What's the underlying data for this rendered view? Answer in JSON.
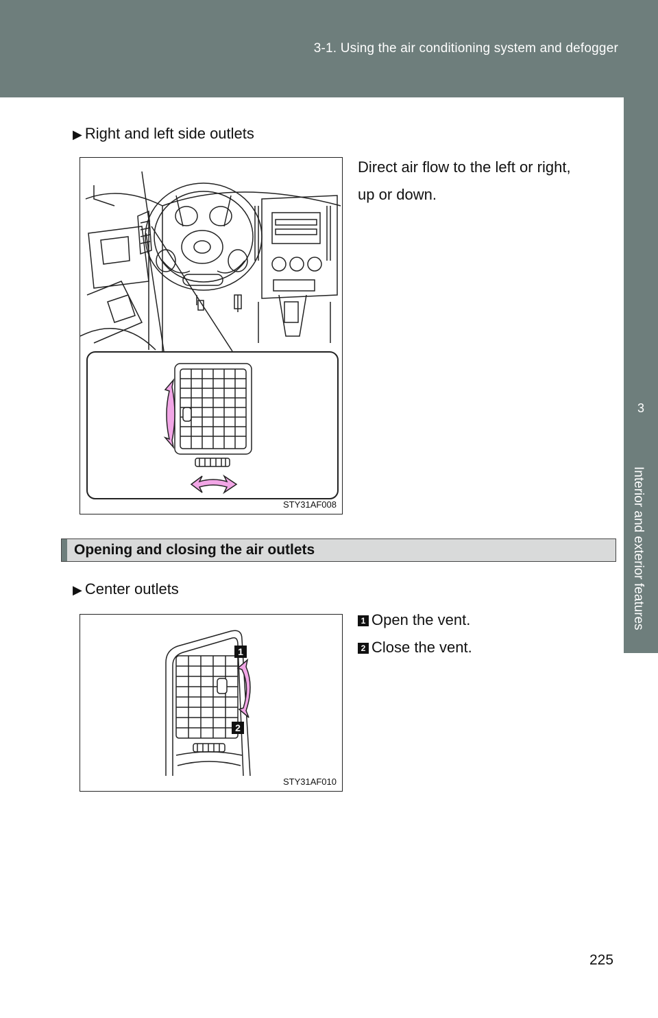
{
  "header": {
    "title": "3-1. Using the air conditioning system and defogger"
  },
  "side_tab": {
    "number": "3",
    "label": "Interior and exterior features"
  },
  "side_outlets": {
    "bullet": "Right and left side outlets",
    "description_line1": "Direct air flow to the left or right,",
    "description_line2": "up or down.",
    "figure_code": "STY31AF008"
  },
  "section": {
    "title": "Opening and closing the air outlets"
  },
  "center_outlets": {
    "bullet": "Center outlets",
    "steps": [
      {
        "num": "1",
        "text": "Open the vent."
      },
      {
        "num": "2",
        "text": "Close the vent."
      }
    ],
    "figure_code": "STY31AF010",
    "callouts": [
      "1",
      "2"
    ]
  },
  "page_number": "225",
  "colors": {
    "band": "#6e7e7c",
    "section_bg": "#d9dada",
    "arrow": "#f2a6e6"
  }
}
